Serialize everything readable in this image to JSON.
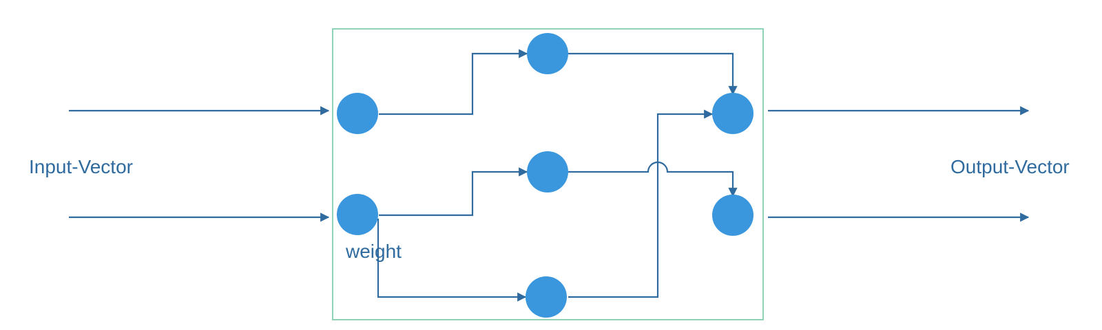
{
  "labels": {
    "input": "Input-Vector",
    "output": "Output-Vector",
    "weight": "weight"
  },
  "colors": {
    "node_fill": "#3a97dd",
    "edge_stroke": "#2f6b9e",
    "label_text": "#2f6b9e",
    "frame_border": "#8fd3b6",
    "background": "#ffffff"
  },
  "structure": {
    "input_nodes": 2,
    "hidden_nodes": 3,
    "output_nodes": 2,
    "connections": [
      [
        "input-1",
        "hidden-1"
      ],
      [
        "input-2",
        "hidden-2"
      ],
      [
        "input-2",
        "hidden-3"
      ],
      [
        "hidden-1",
        "output-1"
      ],
      [
        "hidden-2",
        "output-2"
      ],
      [
        "hidden-3",
        "output-1"
      ]
    ]
  }
}
